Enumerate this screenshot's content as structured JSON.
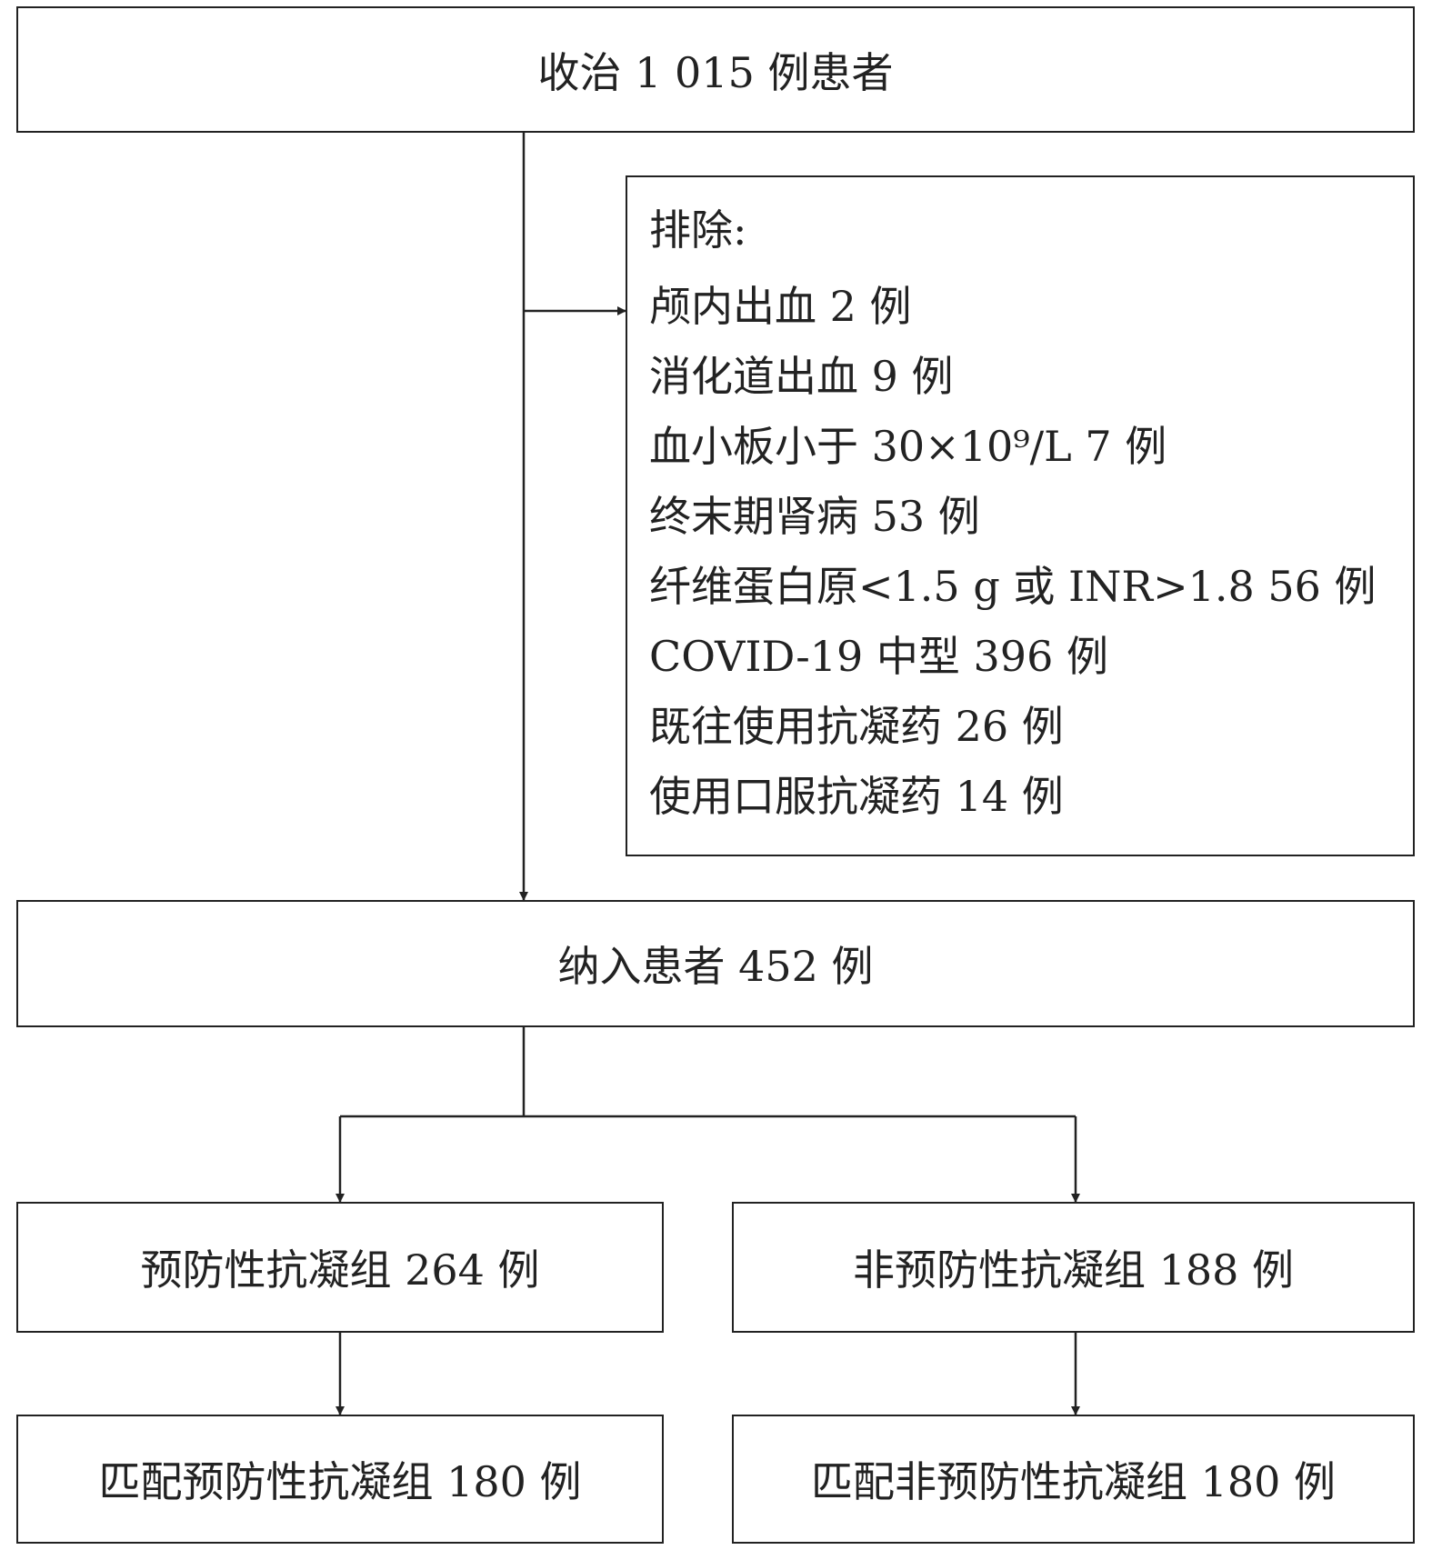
{
  "flowchart": {
    "admitted": "收治 1 015 例患者",
    "exclusion": {
      "title": "排除:",
      "items": [
        "颅内出血 2 例",
        "消化道出血 9 例",
        "血小板小于 30×10⁹/L 7 例",
        "终末期肾病 53 例",
        "纤维蛋白原<1.5 g 或 INR>1.8  56 例",
        "COVID-19 中型 396 例",
        "既往使用抗凝药 26 例",
        "使用口服抗凝药 14 例"
      ]
    },
    "included": "纳入患者 452 例",
    "prophylactic": "预防性抗凝组 264 例",
    "non_prophylactic": "非预防性抗凝组 188 例",
    "matched_prophylactic": "匹配预防性抗凝组 180 例",
    "matched_non_prophylactic": "匹配非预防性抗凝组 180 例"
  }
}
